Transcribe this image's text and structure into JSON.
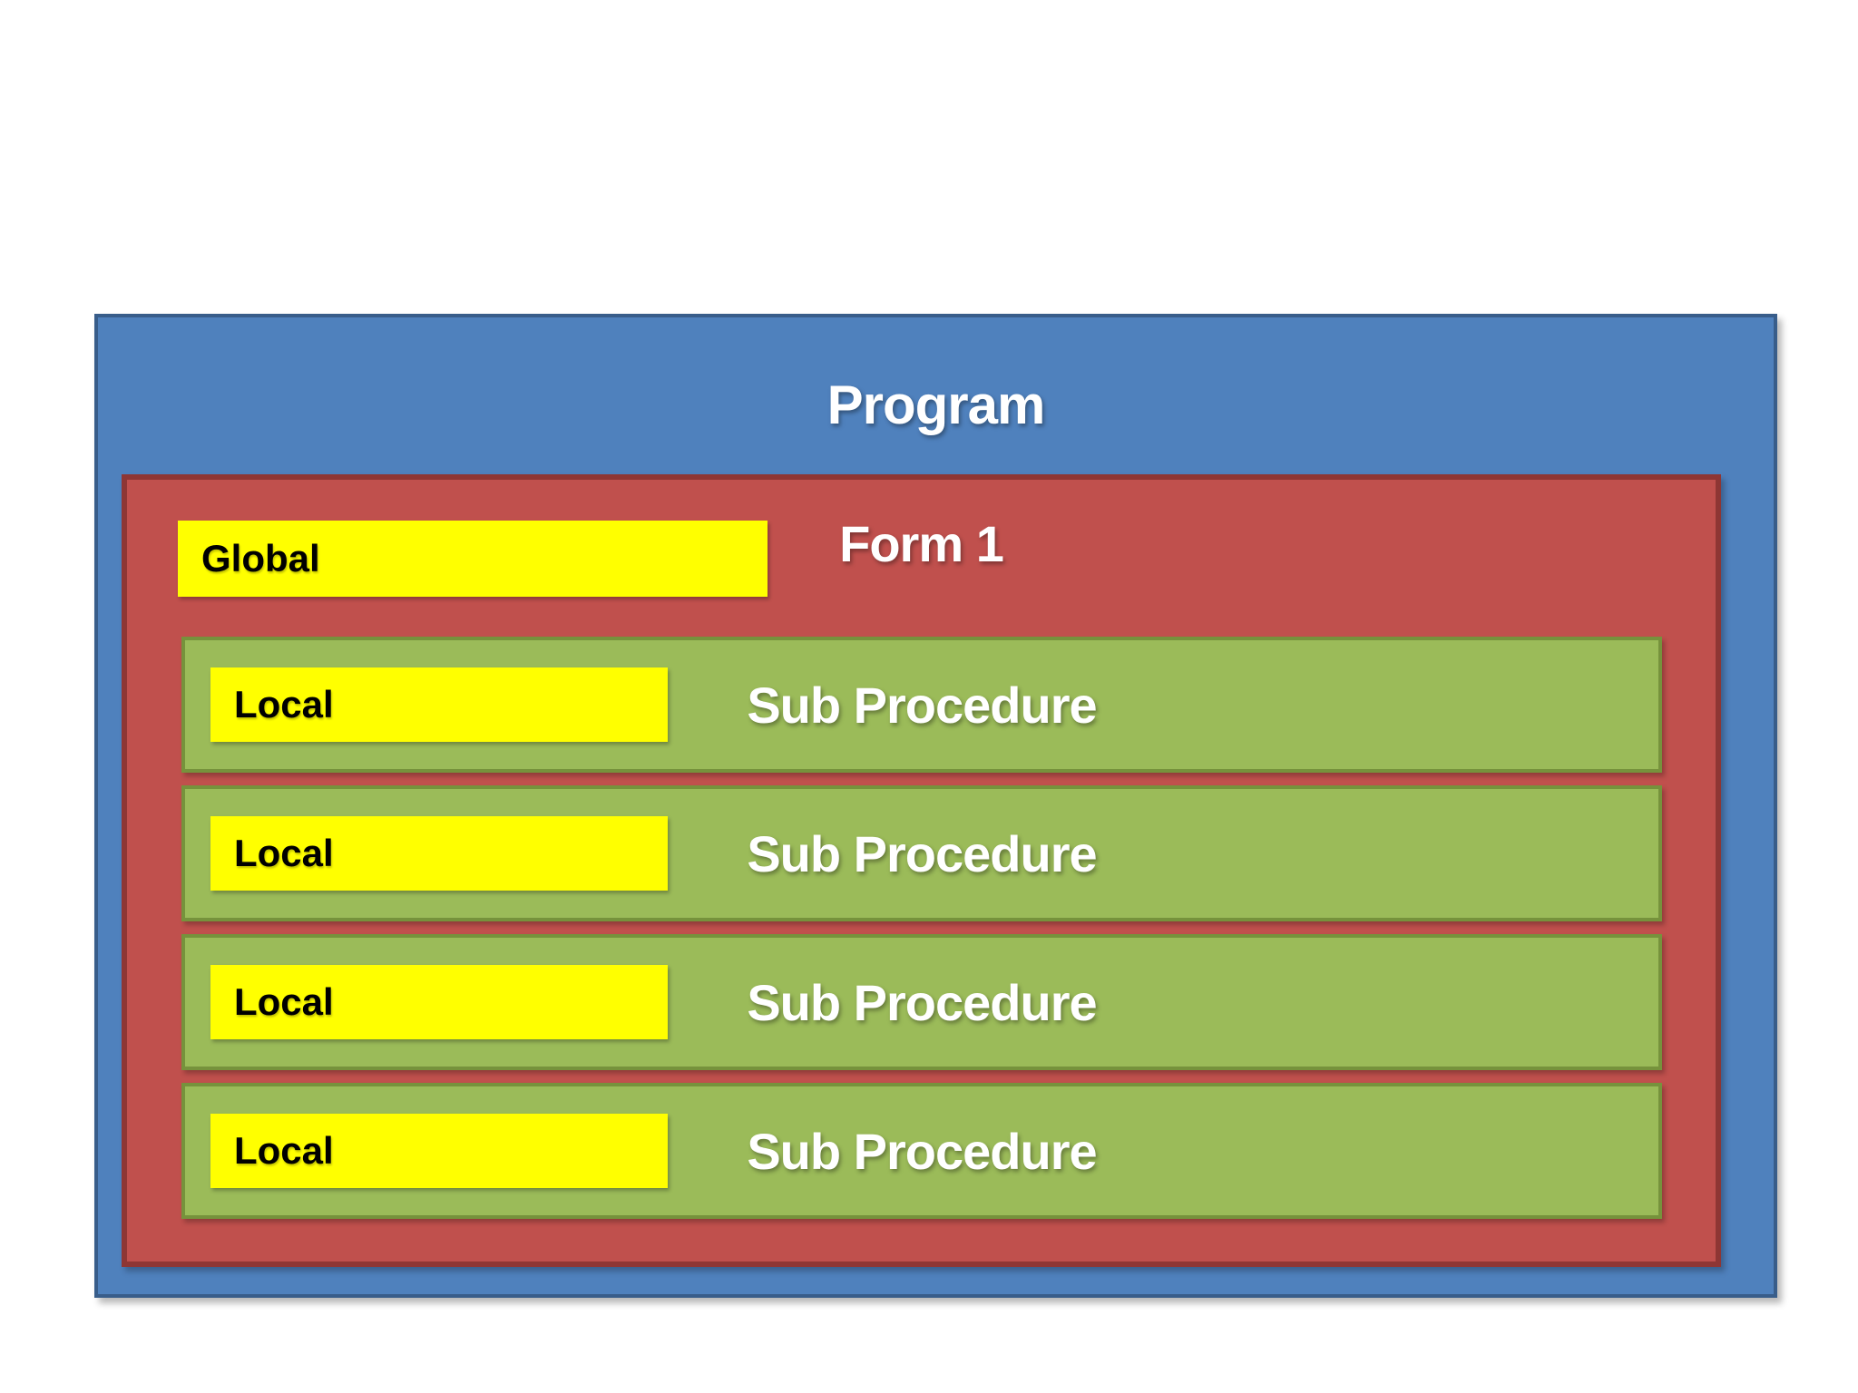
{
  "diagram": {
    "program": {
      "title": "Program"
    },
    "form": {
      "title": "Form 1",
      "global_label": "Global"
    },
    "sub_procedures": [
      {
        "title": "Sub Procedure",
        "local_label": "Local"
      },
      {
        "title": "Sub Procedure",
        "local_label": "Local"
      },
      {
        "title": "Sub Procedure",
        "local_label": "Local"
      },
      {
        "title": "Sub Procedure",
        "local_label": "Local"
      }
    ],
    "colors": {
      "program_fill": "#4F81BD",
      "program_border": "#385D8A",
      "form_fill": "#C0504D",
      "form_border": "#8E3634",
      "sub_fill": "#9BBB59",
      "sub_border": "#76923C",
      "variable_fill": "#FFFF00",
      "text_light": "#FFFFFF",
      "text_dark": "#000000",
      "canvas_bg": "#FFFFFF"
    }
  }
}
